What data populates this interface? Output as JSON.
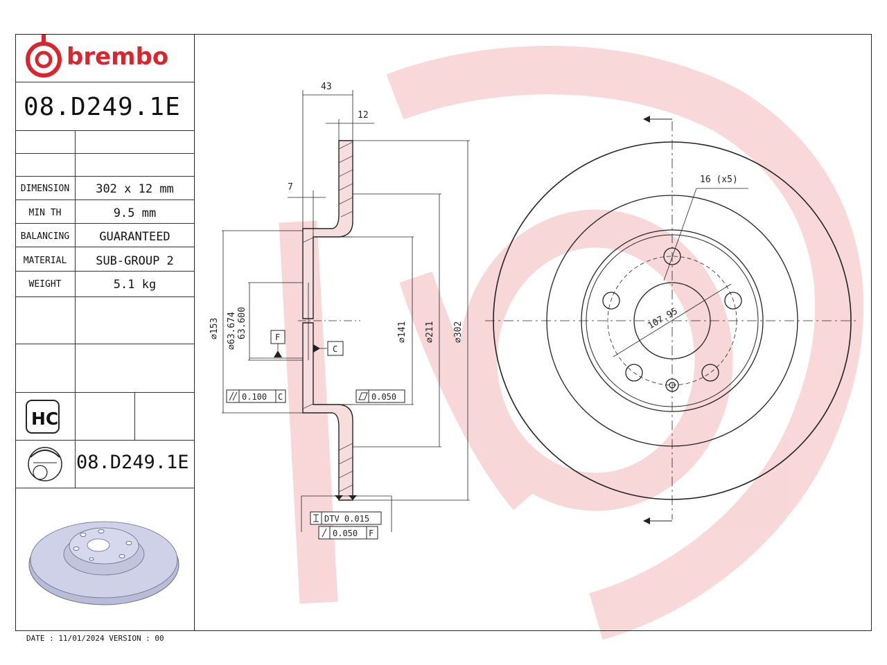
{
  "brand": {
    "name": "brembo",
    "color": "#d7262e"
  },
  "part_number": "08.D249.1E",
  "specs": [
    {
      "label": "DIMENSION",
      "value": "302 x 12 mm"
    },
    {
      "label": "MIN TH",
      "value": "9.5 mm"
    },
    {
      "label": "BALANCING",
      "value": "GUARANTEED"
    },
    {
      "label": "MATERIAL",
      "value": "SUB-GROUP 2"
    },
    {
      "label": "WEIGHT",
      "value": "5.1 kg"
    }
  ],
  "badge": "HC",
  "footer": "DATE : 11/01/2024 VERSION : 00",
  "dimensions": {
    "width_total": "43",
    "thickness": "12",
    "hat_step": "7",
    "d153": "153",
    "d63_max": "63.674",
    "d63_min": "63.600",
    "d141": "141",
    "d211": "211",
    "d302": "302",
    "pcd": "107.95",
    "holes": "16 (x5)"
  },
  "datums": {
    "f": "F",
    "c": "C"
  },
  "tolerances": {
    "parallelism": {
      "value": "0.100",
      "datum": "C"
    },
    "flatness": {
      "value": "0.050"
    },
    "dtv": {
      "label": "DTV",
      "value": "0.015"
    },
    "runout": {
      "value": "0.050",
      "datum": "F"
    }
  },
  "colors": {
    "watermark": "#f4c6c6",
    "line": "#222222",
    "disc_face": "#c9cbe2"
  }
}
